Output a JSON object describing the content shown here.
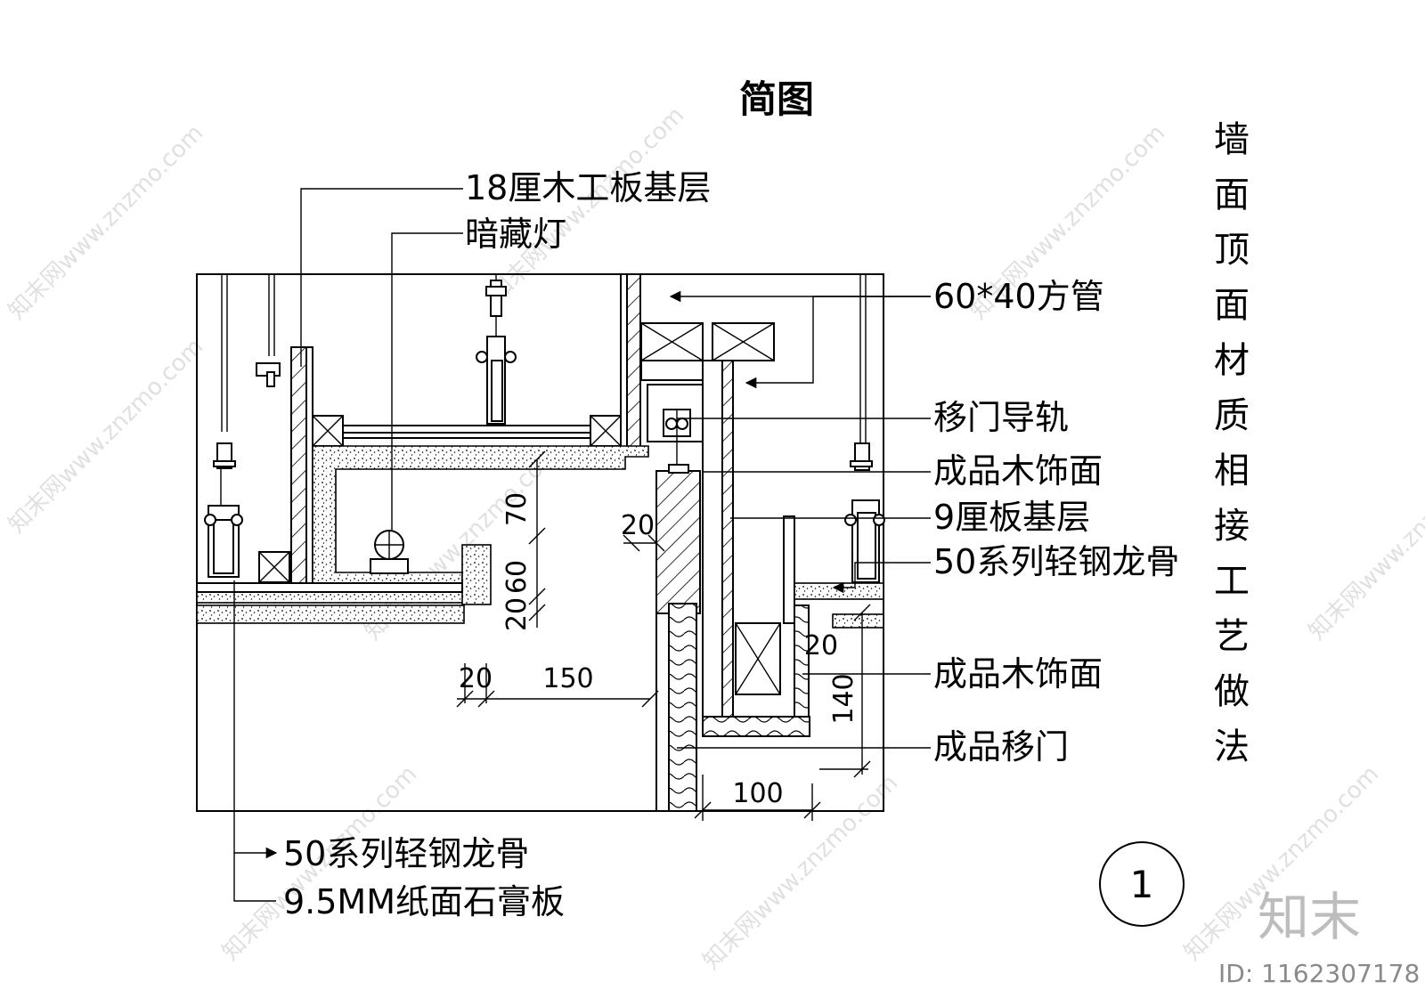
{
  "title": "简图",
  "vertical_title": [
    "墙",
    "面",
    "顶",
    "面",
    "材",
    "质",
    "相",
    "接",
    "工",
    "艺",
    "做",
    "法"
  ],
  "callouts": {
    "board_18": "18厘木工板基层",
    "hidden_light": "暗藏灯",
    "square_tube": "60*40方管",
    "sliding_rail": "移门导轨",
    "wood_finish_1": "成品木饰面",
    "board_9": "9厘板基层",
    "steel_keel_right": "50系列轻钢龙骨",
    "wood_finish_2": "成品木饰面",
    "sliding_door": "成品移门",
    "steel_keel_bottom": "50系列轻钢龙骨",
    "gypsum_board": "9.5MM纸面石膏板"
  },
  "dimensions": {
    "d70": "70",
    "d60": "60",
    "d20_v": "20",
    "d20_left": "20",
    "d20_h": "20",
    "d150": "150",
    "d20_right": "20",
    "d140": "140",
    "d100": "100"
  },
  "detail_number": "1",
  "watermark": {
    "brand": "知末",
    "id": "ID: 1162307178",
    "site": "知末网www.znzmo.com"
  },
  "colors": {
    "line": "#000000",
    "watermark": "#c8c8c8"
  }
}
